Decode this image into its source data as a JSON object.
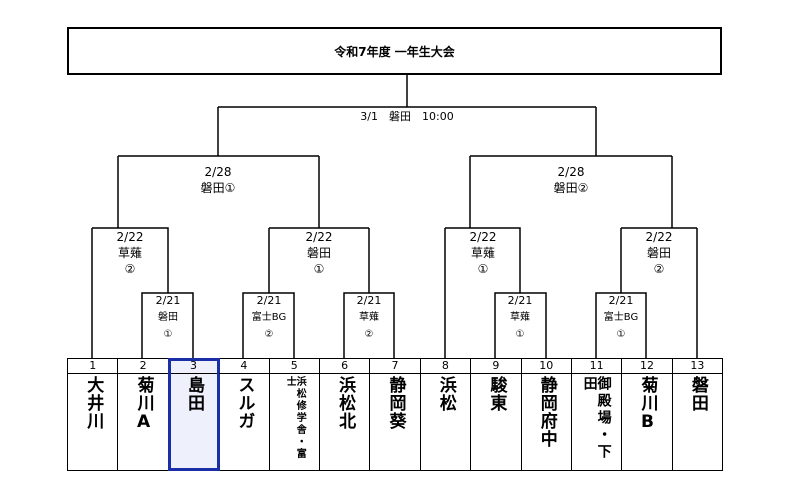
{
  "title": "令和7年度 一年生大会",
  "final": {
    "label": "3/1　磐田　10:00"
  },
  "semis": [
    {
      "date": "2/28",
      "venue": "磐田①"
    },
    {
      "date": "2/28",
      "venue": "磐田②"
    }
  ],
  "quarters": [
    {
      "date": "2/22",
      "venue": "草薙",
      "court": "②"
    },
    {
      "date": "2/22",
      "venue": "磐田",
      "court": "①"
    },
    {
      "date": "2/22",
      "venue": "草薙",
      "court": "①"
    },
    {
      "date": "2/22",
      "venue": "磐田",
      "court": "②"
    }
  ],
  "round1": [
    {
      "date": "2/21",
      "venue": "磐田",
      "court": "①"
    },
    {
      "date": "2/21",
      "venue": "富士BG",
      "court": "②"
    },
    {
      "date": "2/21",
      "venue": "草薙",
      "court": "②"
    },
    {
      "date": "2/21",
      "venue": "草薙",
      "court": "①"
    },
    {
      "date": "2/21",
      "venue": "富士BG",
      "court": "①"
    }
  ],
  "teams": [
    {
      "num": "1",
      "name": "大井川"
    },
    {
      "num": "2",
      "name": "菊川A"
    },
    {
      "num": "3",
      "name": "島田"
    },
    {
      "num": "4",
      "name": "スルガ"
    },
    {
      "num": "5",
      "name": "浜松修学舎・富士"
    },
    {
      "num": "6",
      "name": "浜松北"
    },
    {
      "num": "7",
      "name": "静岡葵"
    },
    {
      "num": "8",
      "name": "浜松"
    },
    {
      "num": "9",
      "name": "駿東"
    },
    {
      "num": "10",
      "name": "静岡府中"
    },
    {
      "num": "11",
      "name": "御殿場・下田"
    },
    {
      "num": "12",
      "name": "菊川B"
    },
    {
      "num": "13",
      "name": "磐田"
    }
  ],
  "highlight_color": "#1a2ea8"
}
